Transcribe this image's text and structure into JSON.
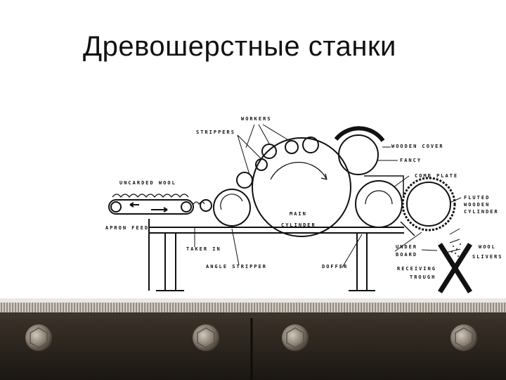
{
  "title": "Древошерстные станки",
  "diagram": {
    "labels": {
      "workers": "WORKERS",
      "strippers": "STRIPPERS",
      "wooden_cover": "WOODEN COVER",
      "fancy": "FANCY",
      "comb_plate": "COMB PLATE",
      "uncarded_wool": "UNCARDED WOOL",
      "fluted_1": "FLUTED",
      "fluted_2": "WOODEN",
      "fluted_3": "CYLINDER",
      "main_1": "MAIN",
      "main_2": "CYLINDER",
      "apron_feed": "APRON FEED",
      "under_1": "UNDER",
      "under_2": "BOARD",
      "wool_1": "WOOL",
      "wool_2": "SLIVERS",
      "taker_in": "TAKER IN",
      "angle_stripper": "ANGLE STRIPPER",
      "doffer": "DOFFER",
      "receiving_1": "RECEIVING",
      "receiving_2": "TROUGH"
    },
    "mark": "X"
  },
  "colors": {
    "ink": "#111111",
    "metal_dark": "#2a241e",
    "metal_light": "#8a8074"
  }
}
